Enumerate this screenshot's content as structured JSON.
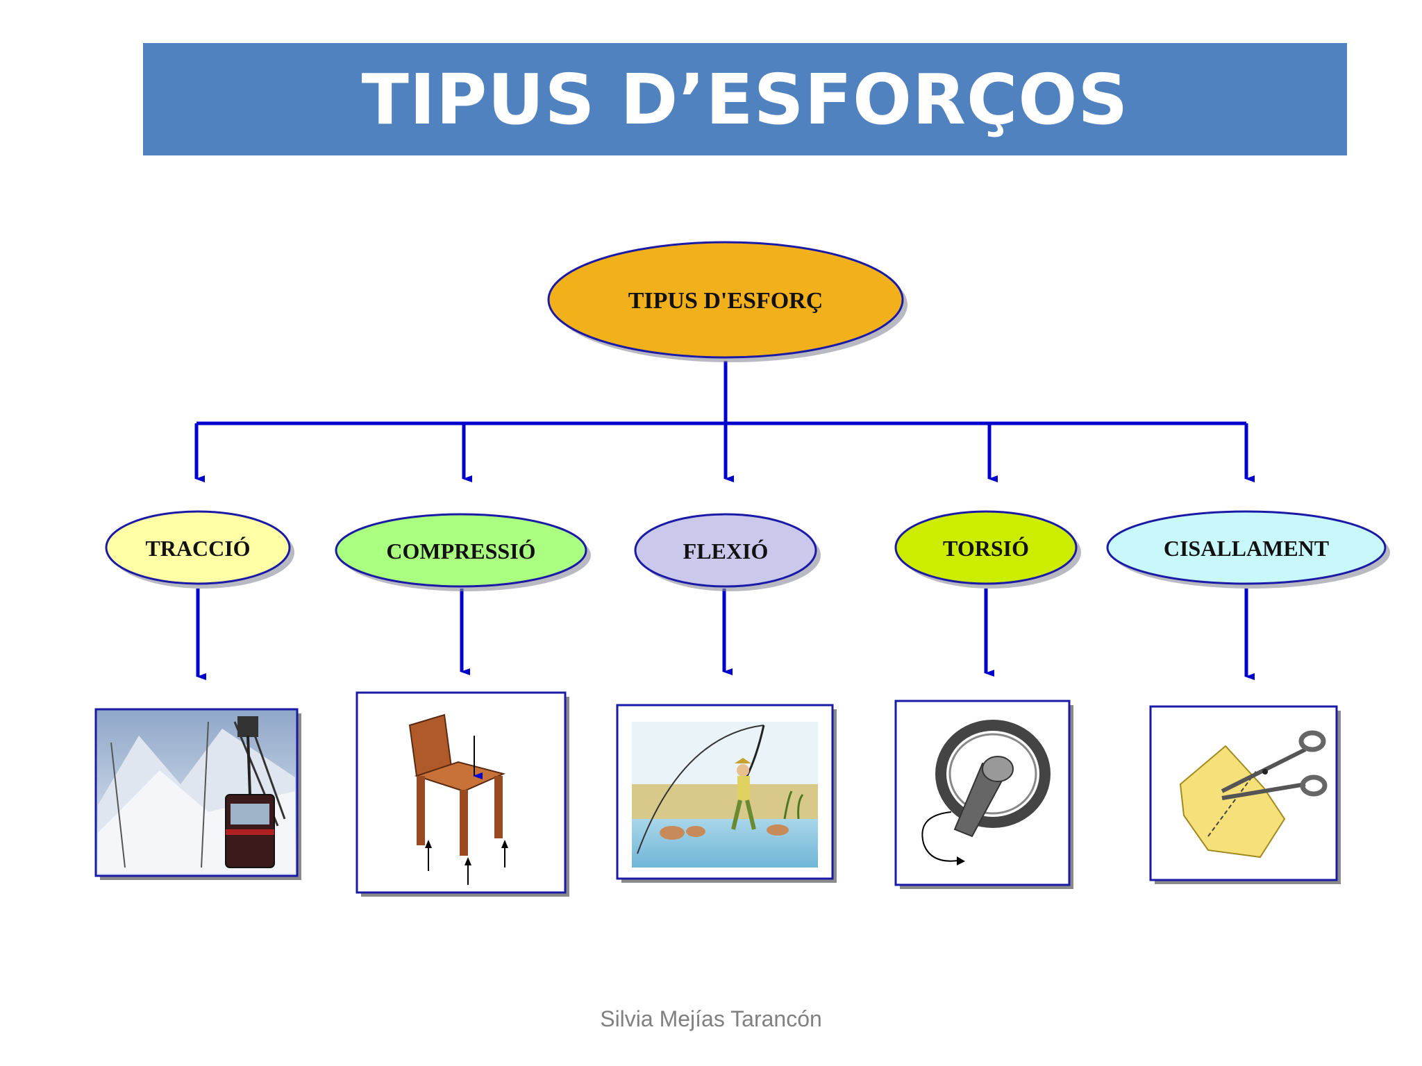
{
  "title": "TIPUS D’ESFORÇOS",
  "root": {
    "label": "TIPUS D'ESFORÇ",
    "color": "#f2b11a"
  },
  "branches": [
    {
      "label": "TRACCIÓ",
      "color": "#ffffa6",
      "picture": "cable-car-icon"
    },
    {
      "label": "COMPRESSIÓ",
      "color": "#aaff80",
      "picture": "chair-icon"
    },
    {
      "label": "FLEXIÓ",
      "color": "#cac9ec",
      "picture": "fishing-rod-icon"
    },
    {
      "label": "TORSIÓ",
      "color": "#ccec00",
      "picture": "steering-wheel-icon"
    },
    {
      "label": "CISALLAMENT",
      "color": "#c9f8fb",
      "picture": "scissors-icon"
    }
  ],
  "colors": {
    "banner": "#5182c0",
    "connector": "#0000cc",
    "border": "#1a1aa6"
  },
  "footer": "Silvia Mejías Tarancón"
}
